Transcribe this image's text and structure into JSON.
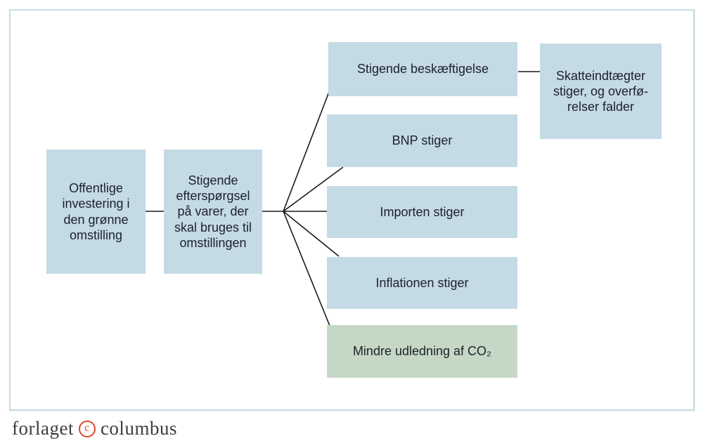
{
  "diagram": {
    "title_hint": "Effects of public investment in the green transition (Danish flowchart)",
    "nodes": {
      "offentlige": {
        "label": "Offentlige\ninvestering i\nden grønne\nomstilling",
        "color": "#c4dae5"
      },
      "efterspoergsel": {
        "label": "Stigende\nefterspørgsel\npå varer, der\nskal bruges til\nomstillingen",
        "color": "#c4dae5"
      },
      "beskaeftigelse": {
        "label": "Stigende beskæftigelse",
        "color": "#c4dae5"
      },
      "skatte": {
        "label": "Skatteindtægter\nstiger, og overfø-\nrelser falder",
        "color": "#c4dae5"
      },
      "bnp": {
        "label": "BNP stiger",
        "color": "#c4dae5"
      },
      "importen": {
        "label": "Importen stiger",
        "color": "#c4dae5"
      },
      "inflationen": {
        "label": "Inflationen stiger",
        "color": "#c4dae5"
      },
      "co2": {
        "label": "Mindre udledning af CO₂",
        "color": "#c5d8c5"
      }
    },
    "edges": [
      {
        "from": "offentlige",
        "to": "efterspoergsel"
      },
      {
        "from": "efterspoergsel",
        "to": "beskaeftigelse"
      },
      {
        "from": "efterspoergsel",
        "to": "bnp"
      },
      {
        "from": "efterspoergsel",
        "to": "importen"
      },
      {
        "from": "efterspoergsel",
        "to": "inflationen"
      },
      {
        "from": "efterspoergsel",
        "to": "co2"
      },
      {
        "from": "beskaeftigelse",
        "to": "skatte"
      }
    ],
    "colors": {
      "box_blue": "#c4dae5",
      "box_green": "#c5d8c5",
      "frame_border": "#c6dde4",
      "line": "#1a1a1a",
      "text": "#1c212a"
    }
  },
  "footer": {
    "publisher": "forlaget",
    "name": "columbus",
    "copyright_letter": "c",
    "logo_red": "#d9472b"
  }
}
